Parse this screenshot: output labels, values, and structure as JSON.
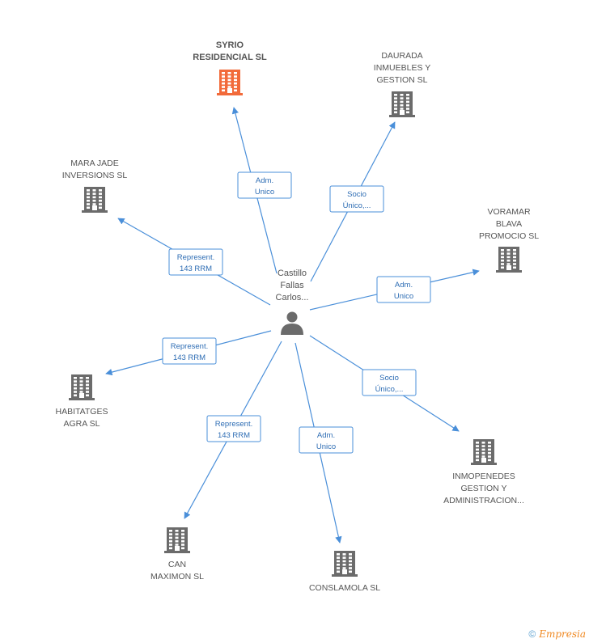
{
  "center": {
    "name_lines": [
      "Castillo",
      "Fallas",
      "Carlos..."
    ],
    "icon": "person-icon"
  },
  "colors": {
    "edge": "#4a8fd9",
    "building": "#6b6b6b",
    "highlight_building": "#f26a3a"
  },
  "nodes": [
    {
      "id": "syrio",
      "name_lines": [
        "SYRIO",
        "RESIDENCIAL SL"
      ],
      "highlight": true,
      "icon": "building-icon"
    },
    {
      "id": "daurada",
      "name_lines": [
        "DAURADA",
        "INMUEBLES Y",
        "GESTION  SL"
      ],
      "highlight": false,
      "icon": "building-icon"
    },
    {
      "id": "marajade",
      "name_lines": [
        "MARA JADE",
        "INVERSIONS SL"
      ],
      "highlight": false,
      "icon": "building-icon"
    },
    {
      "id": "voramar",
      "name_lines": [
        "VORAMAR",
        "BLAVA",
        "PROMOCIO SL"
      ],
      "highlight": false,
      "icon": "building-icon"
    },
    {
      "id": "habitatges",
      "name_lines": [
        "HABITATGES",
        "AGRA SL"
      ],
      "highlight": false,
      "icon": "building-icon"
    },
    {
      "id": "inmopenedes",
      "name_lines": [
        "INMOPENEDES",
        "GESTION Y",
        "ADMINISTRACION..."
      ],
      "highlight": false,
      "icon": "building-icon"
    },
    {
      "id": "can",
      "name_lines": [
        "CAN",
        "MAXIMON SL"
      ],
      "highlight": false,
      "icon": "building-icon"
    },
    {
      "id": "conslamola",
      "name_lines": [
        "CONSLAMOLA SL"
      ],
      "highlight": false,
      "icon": "building-icon"
    }
  ],
  "edges": [
    {
      "target": "syrio",
      "label_lines": [
        "Adm.",
        "Unico"
      ]
    },
    {
      "target": "daurada",
      "label_lines": [
        "Socio",
        "Único,..."
      ]
    },
    {
      "target": "marajade",
      "label_lines": [
        "Represent.",
        "143 RRM"
      ]
    },
    {
      "target": "voramar",
      "label_lines": [
        "Adm.",
        "Unico"
      ]
    },
    {
      "target": "habitatges",
      "label_lines": [
        "Represent.",
        "143 RRM"
      ]
    },
    {
      "target": "inmopenedes",
      "label_lines": [
        "Socio",
        "Único,..."
      ]
    },
    {
      "target": "can",
      "label_lines": [
        "Represent.",
        "143 RRM"
      ]
    },
    {
      "target": "conslamola",
      "label_lines": [
        "Adm.",
        "Unico"
      ]
    }
  ],
  "footer": {
    "copyright_symbol": "©",
    "brand": "Empresia"
  }
}
